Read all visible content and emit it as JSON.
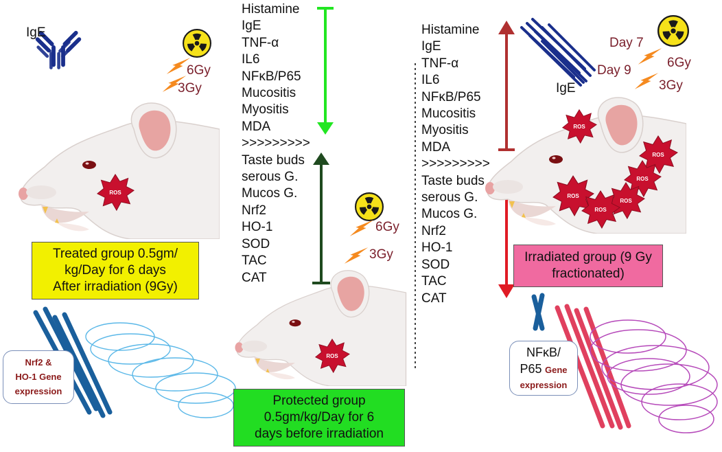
{
  "colors": {
    "green_arrow": "#22e622",
    "dark_green_arrow": "#1f4a1f",
    "red_arrow_up": "#b03030",
    "red_arrow_down": "#e01b24",
    "treated_box": "#f2f000",
    "protected_box": "#22dd22",
    "irradiated_box": "#f06aa0",
    "gene_label": "#8b1a1a",
    "dose_text": "#7a1f2b",
    "lightning": "#f58a1f",
    "ros": "#c8102e",
    "ige": "#1a2f8c"
  },
  "labels": {
    "ige_left": "IgE",
    "ige_right": "IgE",
    "dose_6gy_left": "6Gy",
    "dose_3gy_left": "3Gy",
    "dose_6gy_center": "6Gy",
    "dose_3gy_center": "3Gy",
    "day7": "Day 7",
    "day9": "Day 9",
    "dose_6gy_right": "6Gy",
    "dose_3gy_right": "3Gy",
    "ros": "ROS"
  },
  "center_list": {
    "upper": [
      "Histamine",
      "IgE",
      "TNF-α",
      "IL6",
      "NFκB/P65",
      "Mucositis",
      "Myositis",
      "MDA"
    ],
    "separator": ">>>>>>>>>",
    "lower": [
      "Taste buds",
      "serous G.",
      "Mucos G.",
      "Nrf2",
      "HO-1",
      "SOD",
      "TAC",
      "CAT"
    ]
  },
  "right_list": {
    "upper": [
      "Histamine",
      "IgE",
      "TNF-α",
      "IL6",
      "NFκB/P65",
      "Mucositis",
      "Myositis",
      "MDA"
    ],
    "separator": ">>>>>>>>>",
    "lower": [
      "Taste buds",
      "serous G.",
      "Mucos G.",
      "Nrf2",
      "HO-1",
      "SOD",
      "TAC",
      "CAT"
    ]
  },
  "boxes": {
    "treated": [
      "Treated group 0.5gm/",
      "kg/Day for 6 days",
      "After irradiation (9Gy)"
    ],
    "protected": [
      "Protected group",
      "0.5gm/kg/Day for 6",
      "days before irradiation"
    ],
    "irradiated": [
      "Irradiated group (9 Gy",
      "fractionated)"
    ]
  },
  "gene_left": {
    "line1": "Nrf2 &",
    "line2": "HO-1 Gene",
    "line3": "expression"
  },
  "gene_right": {
    "line1": "NFκB/",
    "line2a": "P65",
    "line2b": "Gene",
    "line3": "expression"
  }
}
